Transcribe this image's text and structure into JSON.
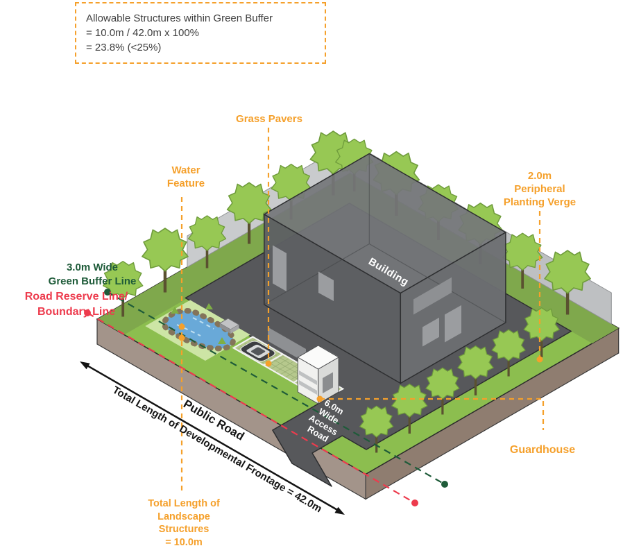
{
  "summary_box": {
    "lines": [
      "Allowable Structures within Green Buffer",
      "= 10.0m / 42.0m x 100%",
      "= 23.8% (<25%)"
    ]
  },
  "labels": {
    "grass_pavers": "Grass Pavers",
    "water_feature": {
      "lines": [
        "Water",
        "Feature"
      ]
    },
    "planting_verge": {
      "lines": [
        "2.0m",
        "Peripheral",
        "Planting Verge"
      ]
    },
    "green_buffer": {
      "lines": [
        "3.0m Wide",
        "Green Buffer Line"
      ]
    },
    "road_reserve": {
      "lines": [
        "Road Reserve Line/",
        "Boundary Line"
      ]
    },
    "guardhouse": "Guardhouse",
    "landscape_structures": {
      "lines": [
        "Total Length of",
        "Landscape",
        "Structures",
        "= 10.0m"
      ]
    },
    "building": "Building",
    "public_road": "Public Road",
    "frontage": "Total Length of Developmental Frontage = 42.0m",
    "access_road": {
      "lines": [
        "6.0m",
        "Wide",
        "Access",
        "Road"
      ]
    }
  },
  "colors": {
    "annotation_orange": "#F5A02B",
    "buffer_green": "#1E5B39",
    "boundary_red": "#ED3B4D",
    "grass": "#8CBE4F",
    "paved": "#57585B",
    "soil_face": "#A3948A",
    "water": "#69A9D8"
  }
}
